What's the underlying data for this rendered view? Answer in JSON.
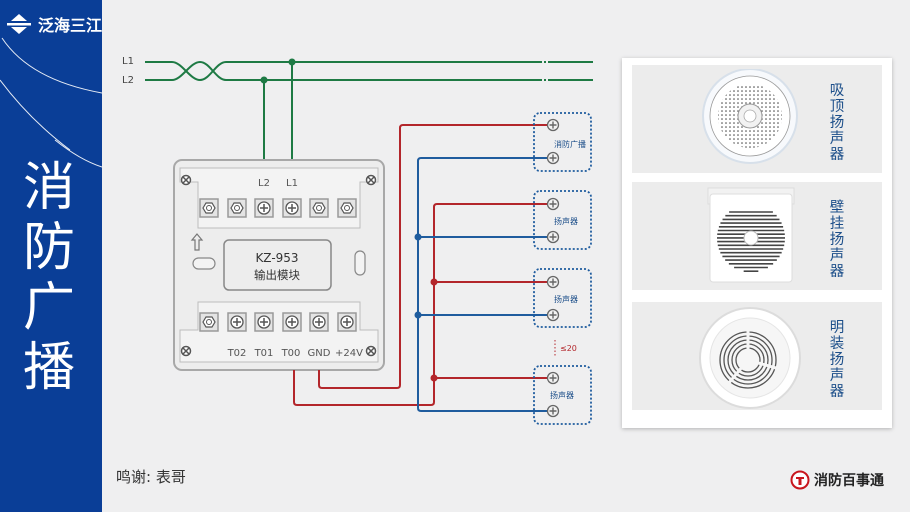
{
  "brand": {
    "logo_icon": "diamond-arrow-logo-icon",
    "company": "泛海三江"
  },
  "title": [
    "消",
    "防",
    "广",
    "播"
  ],
  "bus_lines": {
    "l1": "L1",
    "l2": "L2"
  },
  "module": {
    "model": "KZ-953",
    "name": "输出模块",
    "top_terminals": [
      "",
      "",
      "L2",
      "L1",
      "",
      ""
    ],
    "bottom_terminals": [
      "",
      "T02",
      "T01",
      "T00",
      "GND",
      "+24V"
    ],
    "arrow_icon": "up-arrow-icon"
  },
  "devices": [
    {
      "label": "消防广播"
    },
    {
      "label": "扬声器"
    },
    {
      "label": "扬声器"
    },
    {
      "label": "扬声器"
    }
  ],
  "max_count_note": "≤20",
  "speaker_types": [
    {
      "label": [
        "吸",
        "顶",
        "扬",
        "声",
        "器"
      ],
      "icon": "ceiling-speaker-icon"
    },
    {
      "label": [
        "壁",
        "挂",
        "扬",
        "声",
        "器"
      ],
      "icon": "wall-speaker-icon"
    },
    {
      "label": [
        "明",
        "装",
        "扬",
        "声",
        "器"
      ],
      "icon": "surface-speaker-icon"
    }
  ],
  "credit": "鸣谢: 表哥",
  "footer_brand": {
    "icon": "fire-hydrant-logo-icon",
    "name": "消防百事通"
  },
  "colors": {
    "sidebar": "#0a3e97",
    "bus_green": "#1e7a44",
    "wire_red": "#b3262b",
    "wire_blue": "#1f5c9e",
    "label_blue": "#1d4f8a"
  }
}
